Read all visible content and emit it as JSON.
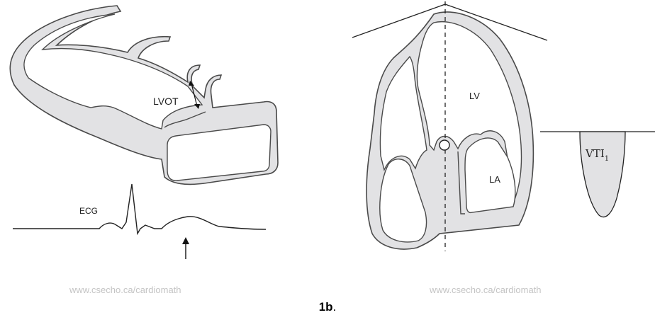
{
  "left_panel": {
    "lvot_label": "LVOT",
    "ecg_label": "ECG",
    "watermark": "www.csecho.ca/cardiomath"
  },
  "right_panel": {
    "lv_label": "LV",
    "la_label": "LA",
    "vti_label": "VTI",
    "vti_subscript": "1",
    "watermark": "www.csecho.ca/cardiomath"
  },
  "caption": {
    "text": "1b",
    "suffix": "."
  },
  "colors": {
    "tissue_fill": "#e2e2e4",
    "outline": "#4a4a4a",
    "watermark": "#c4c4c4"
  }
}
